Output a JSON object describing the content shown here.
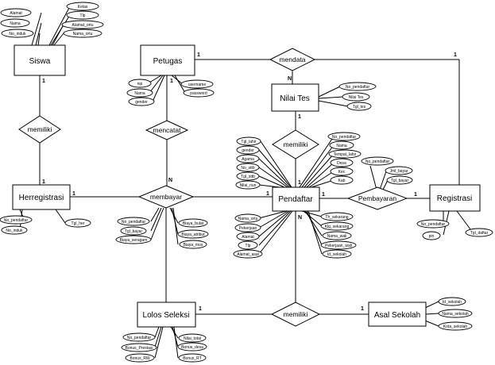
{
  "entities": {
    "siswa": "Siswa",
    "petugas": "Petugas",
    "nilai_tes": "Nilai Tes",
    "herregistrasi": "Herregistrasi",
    "pendaftar": "Pendaftar",
    "registrasi": "Registrasi",
    "lolos_seleksi": "Lolos Seleksi",
    "asal_sekolah": "Asal Sekolah"
  },
  "relations": {
    "siswa_herreg": "memiliki",
    "petugas_pendaftar": "mencatat",
    "mendata": "mendata",
    "nilai_pendaftar": "memiliki",
    "membayar": "membayar",
    "pembayaran": "Pembayaran",
    "lolos_asal": "memiliki"
  },
  "attributes": {
    "siswa": [
      "Alamat",
      "Kelas",
      "Nama",
      "Tlp",
      "No_induk",
      "Alamat_ortu",
      "Nama_ortu"
    ],
    "petugas": [
      "nip",
      "username",
      "Nama",
      "password",
      "gender"
    ],
    "nilai_tes": [
      "No_pendaftar",
      "Nilai Tes",
      "Tgl_tes"
    ],
    "herregistrasi": [
      "No_pendaftar",
      "No_induk",
      "Tgl_her"
    ],
    "pendaftar_left_top": [
      "Tgl_lahir",
      "gender",
      "Agama",
      "No_sttb",
      "Tgl_sttb",
      "Nilai_nun"
    ],
    "pendaftar_right_top": [
      "No_pendaftar",
      "Nama",
      "Tempat_lahir",
      "Desa",
      "Kec",
      "Kab"
    ],
    "pendaftar_left_bottom": [
      "Nama_ortu",
      "Pekerjaan",
      "Alamat",
      "Tlp",
      "Alamat_asal"
    ],
    "pendaftar_right_bottom": [
      "Th_sekarang",
      "Klg_sekarang",
      "Nama_wali",
      "Pekerjaan_wali",
      "Id_sekolah"
    ],
    "pembayaran": [
      "No_pendaftar",
      "Jml_bayar",
      "Tgl_bayar"
    ],
    "registrasi": [
      "No_pendaftar",
      "pin",
      "Tgl_daftar"
    ],
    "membayar": [
      "No_pendaftar",
      "Biaya_bulat",
      "Tgl_bayar",
      "Biaya_atribut",
      "Biaya_seragam",
      "Biaya_mos"
    ],
    "lolos_seleksi": [
      "No_pendaftar",
      "Nilai_total",
      "Bonus_Prestasi",
      "Bonus_desa",
      "Bonus_RW",
      "Bonus_RT"
    ],
    "asal_sekolah": [
      "Id_sekolah",
      "Nama_sekolah",
      "Kota_sekolah"
    ]
  },
  "cardinalities": {
    "siswa_rel": "1",
    "rel_herreg": "1",
    "herreg_membayar": "1",
    "petugas_mendata": "1",
    "mendata_registrasi": "1",
    "mendata_nilai": "N",
    "petugas_mencatat": "1",
    "mencatat_membayar": "N",
    "membayar_pendaftar": "1",
    "nilai_pendaftar_top": "1",
    "pendaftar_top": "1",
    "pendaftar_pembayaran": "1",
    "pembayaran_registrasi": "1",
    "pendaftar_bottom": "N",
    "lolos_rel": "1",
    "rel_asal": "1"
  }
}
